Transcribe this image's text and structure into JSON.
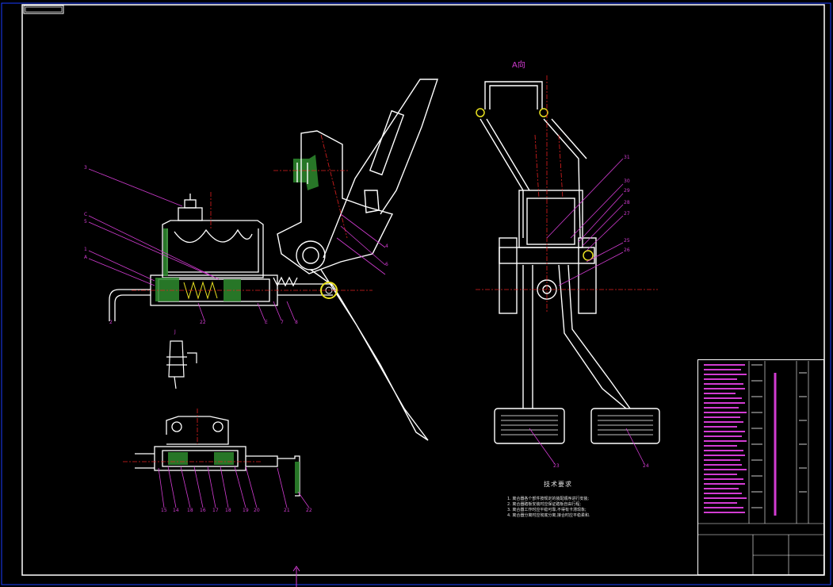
{
  "colors": {
    "background": "#000000",
    "outline": "#ffffff",
    "callout": "#d23cd2",
    "centerline": "#e02020",
    "section_hatch": "#2e8b2e",
    "highlight": "#e8e020",
    "border_blue": "#1a3cff"
  },
  "view_label": "A向",
  "tech_notes": {
    "title": "技术要求",
    "lines": [
      "1. 离合器各个部件按规定的装配顺序进行安装;",
      "2. 离合器踏板安装时应保证踏板自由行程;",
      "3. 离合器工作时应平稳可靠,不得有卡滞现象;",
      "4. 离合器分离时应彻底分离,接合时应平稳柔和."
    ]
  },
  "callouts": {
    "left": [
      "3",
      "C",
      "5",
      "1",
      "A",
      "2",
      "22",
      "E",
      "7",
      "8",
      "4",
      "6"
    ],
    "right": [
      "31",
      "30",
      "29",
      "28",
      "27",
      "25",
      "26",
      "23",
      "24"
    ],
    "bottom": [
      "15",
      "14",
      "18",
      "16",
      "17",
      "18",
      "19",
      "20",
      "21",
      "22"
    ],
    "misc": [
      "J"
    ]
  },
  "icons": {
    "cursor": "cursor-marker-icon"
  }
}
